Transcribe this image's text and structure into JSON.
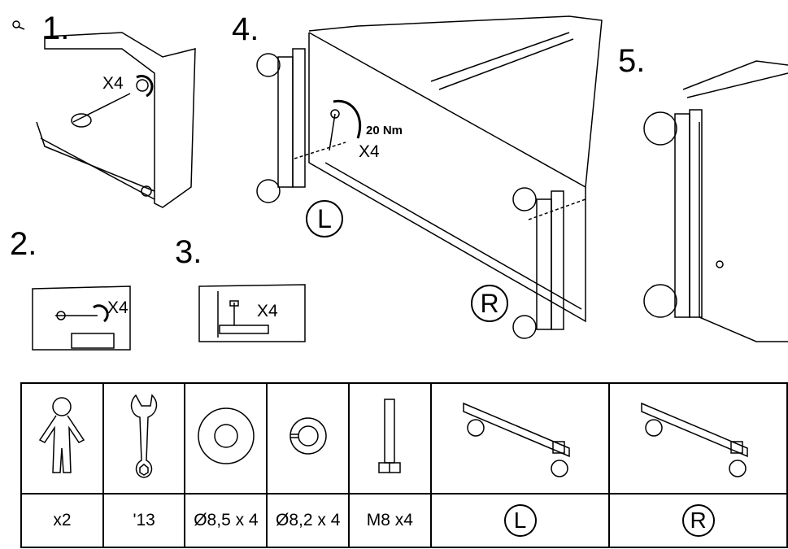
{
  "steps": [
    {
      "number": "1.",
      "label": "X4"
    },
    {
      "number": "2.",
      "label": "X4"
    },
    {
      "number": "3.",
      "label": "X4"
    },
    {
      "number": "4.",
      "label": "X4",
      "torque": "20 Nm",
      "left_mark": "L",
      "right_mark": "R"
    },
    {
      "number": "5."
    }
  ],
  "parts": [
    {
      "icon": "person-icon",
      "label": "x2"
    },
    {
      "icon": "wrench-icon",
      "label": "'13"
    },
    {
      "icon": "washer-icon",
      "label": "Ø8,5 x 4"
    },
    {
      "icon": "lock-washer-icon",
      "label": "Ø8,2 x 4"
    },
    {
      "icon": "bolt-icon",
      "label": "M8 x4"
    },
    {
      "icon": "caster-rail-left-icon",
      "label": "L"
    },
    {
      "icon": "caster-rail-right-icon",
      "label": "R"
    }
  ]
}
